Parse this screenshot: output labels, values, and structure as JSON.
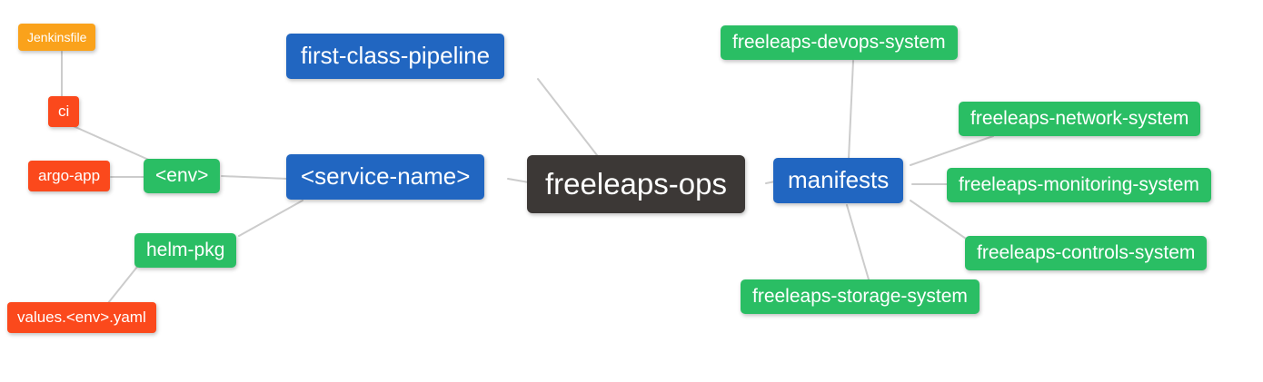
{
  "diagram": {
    "type": "mindmap",
    "background_color": "#ffffff",
    "edge_color": "#cccccc",
    "text_color": "#ffffff",
    "palette": {
      "root_dark": "#3C3836",
      "branch_blue": "#2166C1",
      "leaf_green": "#2ABE64",
      "leaf_red": "#FB491C",
      "leaf_orange": "#FAA21B"
    },
    "root": "freeleaps-ops",
    "nodes": [
      {
        "id": "jenkinsfile",
        "label": "Jenkinsfile",
        "level": 5,
        "parent": "ci",
        "color": "#FAA21B"
      },
      {
        "id": "ci",
        "label": "ci",
        "level": 4,
        "parent": "env",
        "color": "#FB491C"
      },
      {
        "id": "argo-app",
        "label": "argo-app",
        "level": 4,
        "parent": "env",
        "color": "#FB491C"
      },
      {
        "id": "env",
        "label": "<env>",
        "level": 3,
        "parent": "service-name",
        "color": "#2ABE64"
      },
      {
        "id": "helm-pkg",
        "label": "helm-pkg",
        "level": 3,
        "parent": "service-name",
        "color": "#2ABE64"
      },
      {
        "id": "values-env-yaml",
        "label": "values.<env>.yaml",
        "level": 4,
        "parent": "helm-pkg",
        "color": "#FB491C"
      },
      {
        "id": "first-class-pipeline",
        "label": "first-class-pipeline",
        "level": 2,
        "parent": "freeleaps-ops",
        "color": "#2166C1"
      },
      {
        "id": "service-name",
        "label": "<service-name>",
        "level": 2,
        "parent": "freeleaps-ops",
        "color": "#2166C1"
      },
      {
        "id": "freeleaps-ops",
        "label": "freeleaps-ops",
        "level": 1,
        "parent": null,
        "color": "#3C3836"
      },
      {
        "id": "manifests",
        "label": "manifests",
        "level": 2,
        "parent": "freeleaps-ops",
        "color": "#2166C1"
      },
      {
        "id": "freeleaps-devops-system",
        "label": "freeleaps-devops-system",
        "level": 3,
        "parent": "manifests",
        "color": "#2ABE64"
      },
      {
        "id": "freeleaps-network-system",
        "label": "freeleaps-network-system",
        "level": 3,
        "parent": "manifests",
        "color": "#2ABE64"
      },
      {
        "id": "freeleaps-monitoring-system",
        "label": "freeleaps-monitoring-system",
        "level": 3,
        "parent": "manifests",
        "color": "#2ABE64"
      },
      {
        "id": "freeleaps-controls-system",
        "label": "freeleaps-controls-system",
        "level": 3,
        "parent": "manifests",
        "color": "#2ABE64"
      },
      {
        "id": "freeleaps-storage-system",
        "label": "freeleaps-storage-system",
        "level": 3,
        "parent": "manifests",
        "color": "#2ABE64"
      }
    ],
    "edges": [
      [
        "ci",
        "jenkinsfile"
      ],
      [
        "env",
        "ci"
      ],
      [
        "env",
        "argo-app"
      ],
      [
        "service-name",
        "env"
      ],
      [
        "service-name",
        "helm-pkg"
      ],
      [
        "helm-pkg",
        "values-env-yaml"
      ],
      [
        "freeleaps-ops",
        "first-class-pipeline"
      ],
      [
        "freeleaps-ops",
        "service-name"
      ],
      [
        "freeleaps-ops",
        "manifests"
      ],
      [
        "manifests",
        "freeleaps-devops-system"
      ],
      [
        "manifests",
        "freeleaps-network-system"
      ],
      [
        "manifests",
        "freeleaps-monitoring-system"
      ],
      [
        "manifests",
        "freeleaps-controls-system"
      ],
      [
        "manifests",
        "freeleaps-storage-system"
      ]
    ]
  }
}
